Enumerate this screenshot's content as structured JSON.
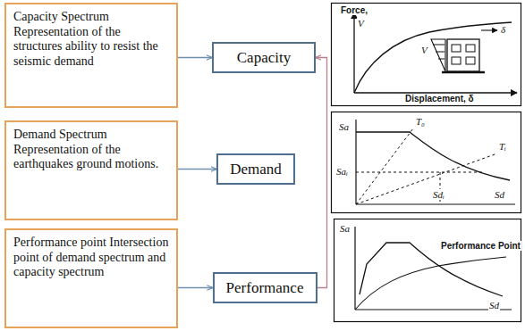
{
  "diagram": {
    "nodes": [
      {
        "text": [
          "Capacity Spectrum Representation of the structures ability to resist the seismic demand"
        ]
      },
      {
        "text": [
          "Capacity"
        ]
      },
      {
        "text": [
          "Demand Spectrum Representation of the earthquakes ground motions."
        ]
      },
      {
        "text": [
          "Demand"
        ]
      },
      {
        "text": [
          "Performance point Intersection point of demand spectrum and capacity spectrum"
        ]
      },
      {
        "text": [
          "Performance"
        ]
      }
    ],
    "edges": [
      {
        "from": 0,
        "to": 1,
        "arrow": "to"
      },
      {
        "from": 2,
        "to": 3,
        "arrow": "to"
      },
      {
        "from": 4,
        "to": 5,
        "arrow": "to"
      },
      {
        "from": 5,
        "to": 1,
        "arrow": "to"
      }
    ],
    "labels": [
      "Force,",
      "V",
      "Displacement, δ",
      "V",
      "δ",
      "Sa",
      "T₀",
      "Tᵢ",
      "Saᵢ",
      "Sdᵢ",
      "Sd",
      "Sa",
      "Performance Point",
      "Sd"
    ]
  }
}
